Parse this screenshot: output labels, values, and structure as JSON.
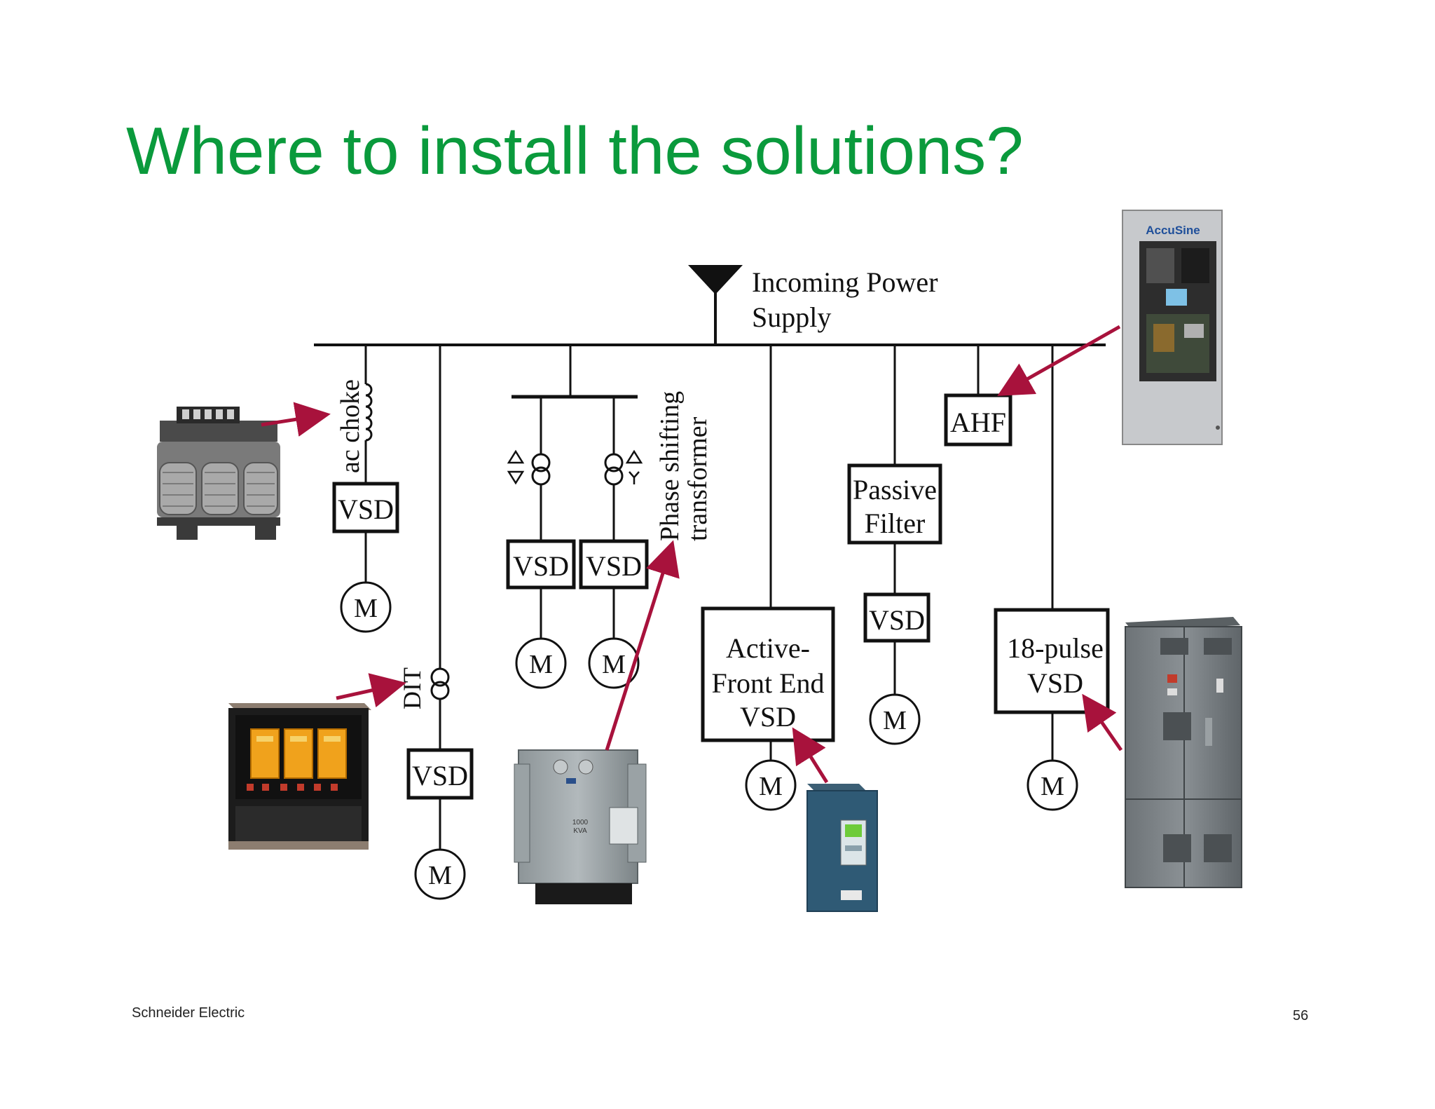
{
  "slide": {
    "title": "Where to install the solutions?",
    "footer_left": "Schneider Electric",
    "page_number": "56"
  },
  "diagram": {
    "supply_label_1": "Incoming Power",
    "supply_label_2": "Supply",
    "ac_choke_label": "ac choke",
    "dit_label": "DIT",
    "phase_shift_label_1": "Phase shifting",
    "phase_shift_label_2": "transformer",
    "vsd": "VSD",
    "motor": "M",
    "ahf": "AHF",
    "passive_filter_1": "Passive",
    "passive_filter_2": "Filter",
    "afe_1": "Active-",
    "afe_2": "Front End",
    "afe_3": "VSD",
    "pulse18_1": "18-pulse",
    "pulse18_2": "VSD",
    "accusine_brand": "AccuSine",
    "transformer_rating_1": "1000",
    "transformer_rating_2": "KVA"
  },
  "colors": {
    "title": "#0a9a3c",
    "arrow": "#a8123c",
    "line": "#111111"
  }
}
